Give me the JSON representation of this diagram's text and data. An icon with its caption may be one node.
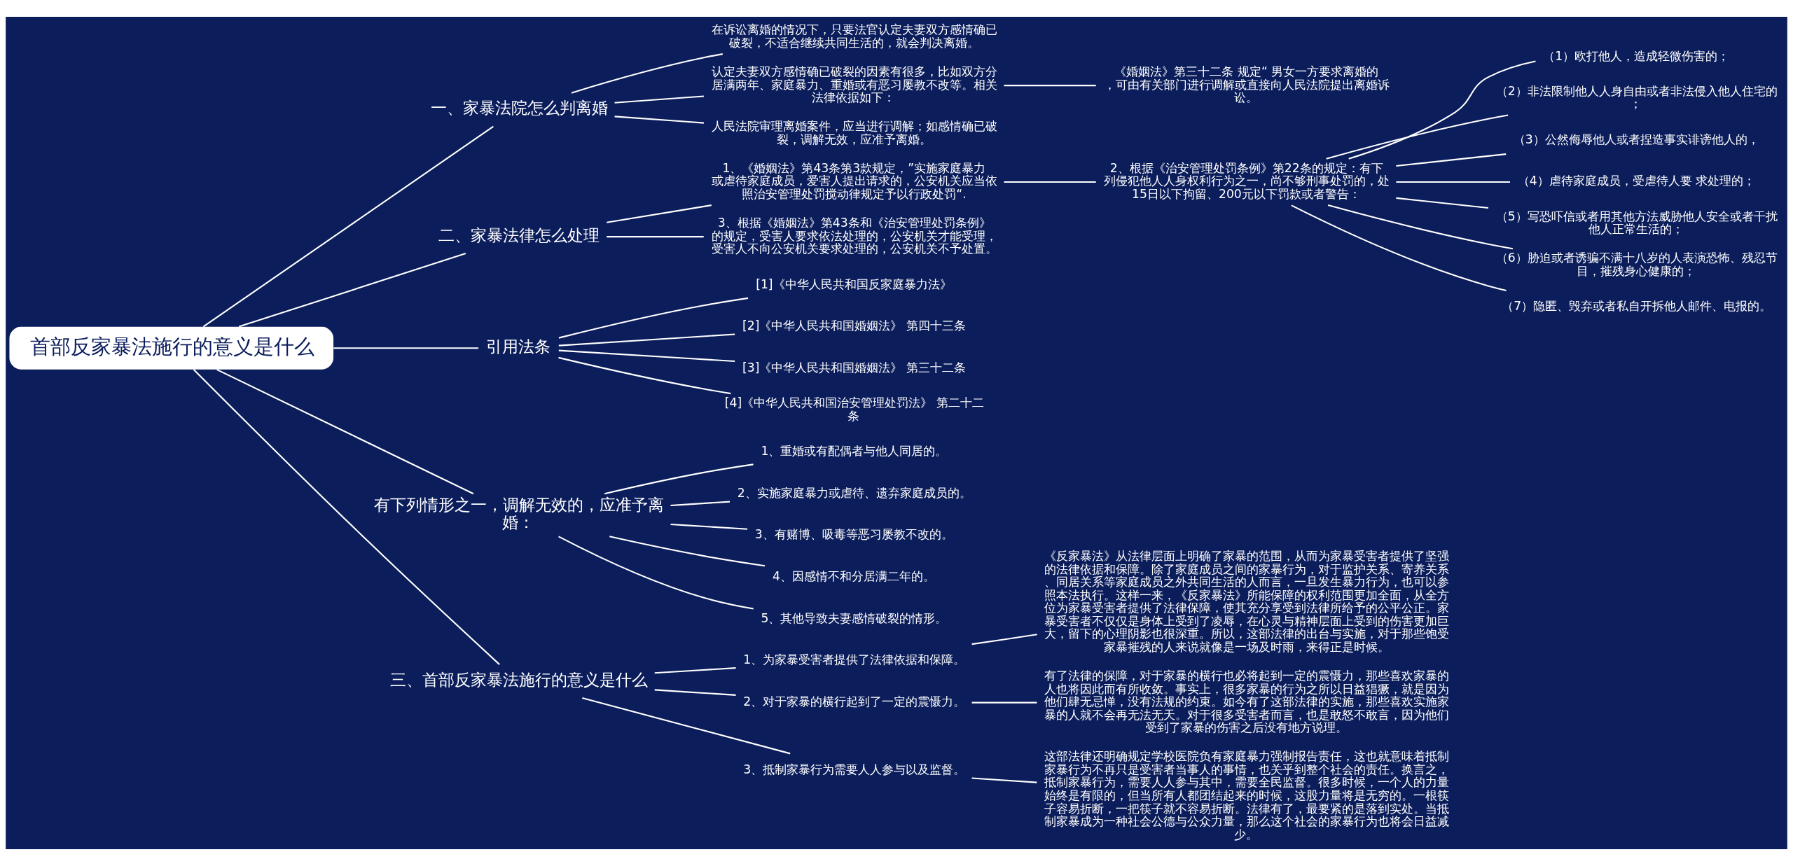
{
  "diagram": {
    "nodes": [
      {
        "text": [
          "首部反家暴法施行的意义是什么"
        ]
      },
      {
        "text": [
          "一、家暴法院怎么判离婚"
        ]
      },
      {
        "text": [
          "在诉讼离婚的情况下，只要法官认定夫妻双方感情确已破裂，不适合继续共同生活的，就会判决离婚。"
        ]
      },
      {
        "text": [
          "认定夫妻双方感情确已破裂的因素有很多，比如双方分居满两年、家庭暴力、重婚或有恶习屡教不改等。相关法律依据如下："
        ]
      },
      {
        "text": [
          "《婚姻法》第三十二条 规定“ 男女一方要求离婚的，可由有关部门进行调解或直接向人民法院提出离婚诉讼。"
        ]
      },
      {
        "text": [
          "人民法院审理离婚案件，应当进行调解；如感情确已破裂，调解无效，应准予离婚。"
        ]
      },
      {
        "text": [
          "二、家暴法律怎么处理"
        ]
      },
      {
        "text": [
          "1、《婚姻法》第43条第3款规定，”实施家庭暴力或虐待家庭成员，爱害人提出请求的，公安机关应当依照治安管理处罚搅动律规定予以行政处罚“."
        ]
      },
      {
        "text": [
          "2、根据《治安管理处罚条例》第22条的规定：有下列侵犯他人人身权利行为之一，尚不够刑事处罚的，处15日以下拘留、200元以下罚款或者警告："
        ]
      },
      {
        "text": [
          "（1）欧打他人，造成轻微伤害的；"
        ]
      },
      {
        "text": [
          "（2）非法限制他人人身自由或者非法侵入他人住宅的；"
        ]
      },
      {
        "text": [
          "（3）公然侮辱他人或者捏造事实诽谤他人的，"
        ]
      },
      {
        "text": [
          "（4）虐待家庭成员，受虐待人要 求处理的；"
        ]
      },
      {
        "text": [
          "（5）写恐吓信或者用其他方法威胁他人安全或者干扰他人正常生活的；"
        ]
      },
      {
        "text": [
          "（6）胁迫或者诱骗不满十八岁的人表演恐怖、残忍节目，摧残身心健康的；"
        ]
      },
      {
        "text": [
          "（7）隐匿、毁弃或者私自开拆他人邮件、电报的。"
        ]
      },
      {
        "text": [
          "3、根据《婚姻法》第43条和《治安管理处罚条例》的规定，受害人要求依法处理的，公安机关才能受理，受害人不向公安机关要求处理的，公安机关不予处置。"
        ]
      },
      {
        "text": [
          "引用法条"
        ]
      },
      {
        "text": [
          "[1]《中华人民共和国反家庭暴力法》"
        ]
      },
      {
        "text": [
          "[2]《中华人民共和国婚姻法》 第四十三条"
        ]
      },
      {
        "text": [
          "[3]《中华人民共和国婚姻法》 第三十二条"
        ]
      },
      {
        "text": [
          "[4]《中华人民共和国治安管理处罚法》 第二十二条"
        ]
      },
      {
        "text": [
          "有下列情形之一，调解无效的，应准予离婚："
        ]
      },
      {
        "text": [
          "1、重婚或有配偶者与他人同居的。"
        ]
      },
      {
        "text": [
          "2、实施家庭暴力或虐待、遗弃家庭成员的。"
        ]
      },
      {
        "text": [
          "3、有赌博、吸毒等恶习屡教不改的。"
        ]
      },
      {
        "text": [
          "4、因感情不和分居满二年的。"
        ]
      },
      {
        "text": [
          "5、其他导致夫妻感情破裂的情形。"
        ]
      },
      {
        "text": [
          "三、首部反家暴法施行的意义是什么"
        ]
      },
      {
        "text": [
          "1、为家暴受害者提供了法律依据和保障。"
        ]
      },
      {
        "text": [
          "《反家暴法》从法律层面上明确了家暴的范围，从而为家暴受害者提供了坚强的法律依据和保障。除了家庭成员之间的家暴行为，对于监护关系、寄养关系、同居关系等家庭成员之外共同生活的人而言，一旦发生暴力行为，也可以参照本法执行。这样一来，《反家暴法》所能保障的权利范围更加全面，从全方位为家暴受害者提供了法律保障，使其充分享受到法律所给予的公平公正。家暴受害者不仅仅是身体上受到了凌辱，在心灵与精神层面上受到的伤害更加巨大，留下的心理阴影也很深重。所以，这部法律的出台与实施，对于那些饱受家暴摧残的人来说就像是一场及时雨，来得正是时候。"
        ]
      },
      {
        "text": [
          "2、对于家暴的横行起到了一定的震慑力。"
        ]
      },
      {
        "text": [
          "有了法律的保障，对于家暴的横行也必将起到一定的震慑力，那些喜欢家暴的人也将因此而有所收敛。事实上，很多家暴的行为之所以日益猖獗，就是因为他们肆无忌惮，没有法规的约束。如今有了这部法律的实施，那些喜欢实施家暴的人就不会再无法无天。对于很多受害者而言，也是敢怒不敢言，因为他们受到了家暴的伤害之后没有地方说理。"
        ]
      },
      {
        "text": [
          "3、抵制家暴行为需要人人参与以及监督。"
        ]
      },
      {
        "text": [
          "这部法律还明确规定学校医院负有家庭暴力强制报告责任，这也就意味着抵制家暴行为不再只是受害者当事人的事情，也关乎到整个社会的责任。换言之，抵制家暴行为，需要人人参与其中，需要全民监督。很多时候，一个人的力量始终是有限的，但当所有人都团结起来的时候，这股力量将是无穷的。一根筷子容易折断，一把筷子就不容易折断。法律有了，最要紧的是落到实处。当抵制家暴成为一种社会公德与公众力量，那么这个社会的家暴行为也将会日益减少。"
        ]
      }
    ],
    "edges": [
      {
        "from": 0,
        "to": 1,
        "arrow": "none"
      },
      {
        "from": 1,
        "to": 2,
        "arrow": "none"
      },
      {
        "from": 1,
        "to": 3,
        "arrow": "none"
      },
      {
        "from": 3,
        "to": 4,
        "arrow": "none"
      },
      {
        "from": 1,
        "to": 5,
        "arrow": "none"
      },
      {
        "from": 0,
        "to": 6,
        "arrow": "none"
      },
      {
        "from": 6,
        "to": 7,
        "arrow": "none"
      },
      {
        "from": 7,
        "to": 8,
        "arrow": "none"
      },
      {
        "from": 8,
        "to": 9,
        "arrow": "none"
      },
      {
        "from": 8,
        "to": 10,
        "arrow": "none"
      },
      {
        "from": 8,
        "to": 11,
        "arrow": "none"
      },
      {
        "from": 8,
        "to": 12,
        "arrow": "none"
      },
      {
        "from": 8,
        "to": 13,
        "arrow": "none"
      },
      {
        "from": 8,
        "to": 14,
        "arrow": "none"
      },
      {
        "from": 8,
        "to": 15,
        "arrow": "none"
      },
      {
        "from": 6,
        "to": 16,
        "arrow": "none"
      },
      {
        "from": 0,
        "to": 17,
        "arrow": "none"
      },
      {
        "from": 17,
        "to": 18,
        "arrow": "none"
      },
      {
        "from": 17,
        "to": 19,
        "arrow": "none"
      },
      {
        "from": 17,
        "to": 20,
        "arrow": "none"
      },
      {
        "from": 17,
        "to": 21,
        "arrow": "none"
      },
      {
        "from": 0,
        "to": 22,
        "arrow": "none"
      },
      {
        "from": 22,
        "to": 23,
        "arrow": "none"
      },
      {
        "from": 22,
        "to": 24,
        "arrow": "none"
      },
      {
        "from": 22,
        "to": 25,
        "arrow": "none"
      },
      {
        "from": 22,
        "to": 26,
        "arrow": "none"
      },
      {
        "from": 22,
        "to": 27,
        "arrow": "none"
      },
      {
        "from": 0,
        "to": 28,
        "arrow": "none"
      },
      {
        "from": 28,
        "to": 29,
        "arrow": "none"
      },
      {
        "from": 29,
        "to": 30,
        "arrow": "none"
      },
      {
        "from": 28,
        "to": 31,
        "arrow": "none"
      },
      {
        "from": 31,
        "to": 32,
        "arrow": "none"
      },
      {
        "from": 28,
        "to": 33,
        "arrow": "none"
      },
      {
        "from": 33,
        "to": 34,
        "arrow": "none"
      }
    ]
  }
}
